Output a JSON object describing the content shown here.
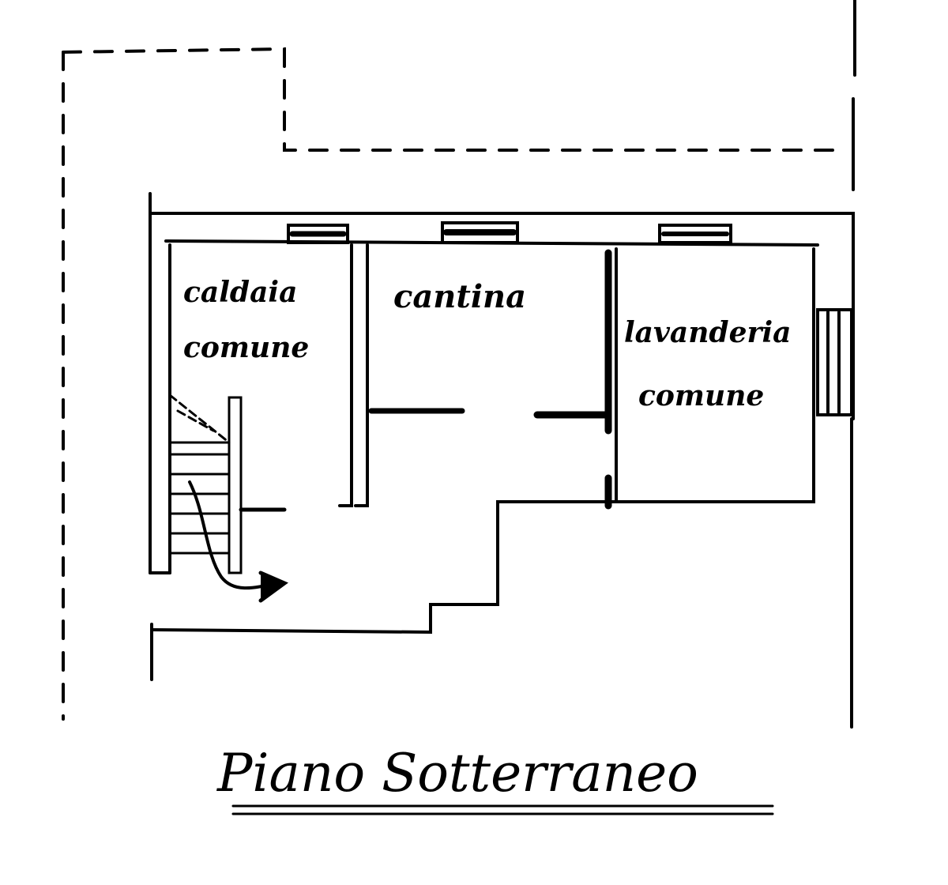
{
  "rooms": {
    "caldaia": "caldaia comune",
    "cantina": "cantina",
    "lavanderia_line1": "lavanderia",
    "lavanderia_line2": "comune"
  },
  "title": "Piano Sotterraneo",
  "colors": {
    "ink": "#000000",
    "paper": "#ffffff"
  }
}
